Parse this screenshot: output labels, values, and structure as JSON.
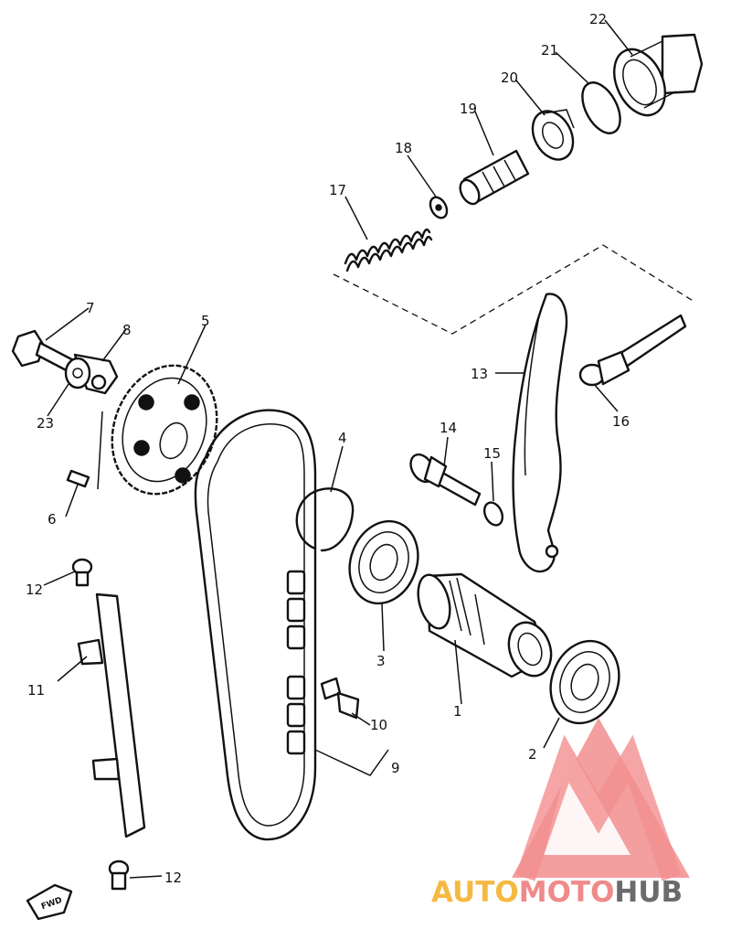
{
  "parts": [
    {
      "id": "1",
      "label": "1"
    },
    {
      "id": "2",
      "label": "2"
    },
    {
      "id": "3",
      "label": "3"
    },
    {
      "id": "4",
      "label": "4"
    },
    {
      "id": "5",
      "label": "5"
    },
    {
      "id": "6",
      "label": "6"
    },
    {
      "id": "7",
      "label": "7"
    },
    {
      "id": "8",
      "label": "8"
    },
    {
      "id": "9",
      "label": "9"
    },
    {
      "id": "10",
      "label": "10"
    },
    {
      "id": "11",
      "label": "11"
    },
    {
      "id": "12a",
      "label": "12"
    },
    {
      "id": "12b",
      "label": "12"
    },
    {
      "id": "13",
      "label": "13"
    },
    {
      "id": "14",
      "label": "14"
    },
    {
      "id": "15",
      "label": "15"
    },
    {
      "id": "16",
      "label": "16"
    },
    {
      "id": "17",
      "label": "17"
    },
    {
      "id": "18",
      "label": "18"
    },
    {
      "id": "19",
      "label": "19"
    },
    {
      "id": "20",
      "label": "20"
    },
    {
      "id": "21",
      "label": "21"
    },
    {
      "id": "22",
      "label": "22"
    },
    {
      "id": "23",
      "label": "23"
    }
  ],
  "direction_marker": {
    "text": "FWD"
  },
  "watermark": {
    "part1": "AUTO",
    "part2": "MOTO",
    "part3": "HUB",
    "color_primary": "#f5b942",
    "color_secondary": "#f08a8a",
    "color_tertiary": "#6b6b6b",
    "logo_color": "#f28e8e"
  }
}
